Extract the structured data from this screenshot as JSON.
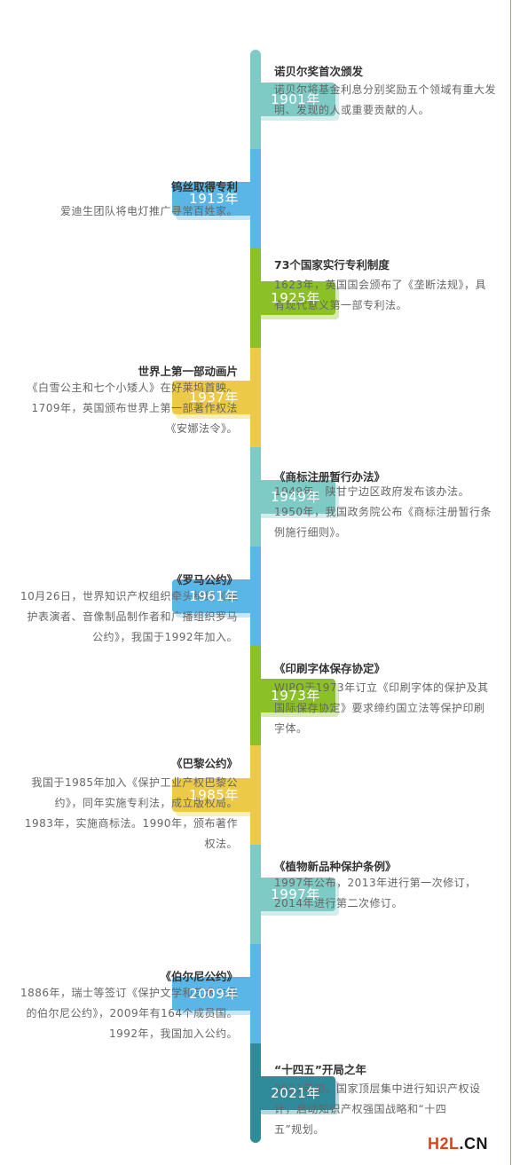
{
  "colors": {
    "teal": "#7ecac5",
    "blue": "#5ab6e6",
    "green": "#8cc027",
    "yellow": "#ecca48",
    "dark_teal": "#2f8b9a"
  },
  "items": [
    {
      "year": "1901年",
      "title": "诺贝尔奖首次颁发",
      "lines": [
        "诺贝尔将基金利息分别奖励五个领域有重大发",
        "明、发现的人或重要贡献的人。"
      ]
    },
    {
      "year": "1913年",
      "title": "钨丝取得专利",
      "lines": [
        "爱迪生团队将电灯推广寻常百姓家。"
      ]
    },
    {
      "year": "1925年",
      "title": "73个国家实行专利制度",
      "lines": [
        "1623年，英国国会颁布了《垄断法规》，具",
        "有现代意义第一部专利法。"
      ]
    },
    {
      "year": "1937年",
      "title": "世界上第一部动画片",
      "lines": [
        "《白雪公主和七个小矮人》在好莱坞首映。",
        "1709年，英国颁布世界上第一部著作权法",
        "《安娜法令》。"
      ]
    },
    {
      "year": "1949年",
      "title": "《商标注册暂行办法》",
      "lines": [
        "1949年，陕甘宁边区政府发布该办法。",
        "1950年，我国政务院公布《商标注册暂行条",
        "例施行细则》。"
      ]
    },
    {
      "year": "1961年",
      "title": "《罗马公约》",
      "lines": [
        "10月26日，世界知识产权组织牵头缔结《保",
        "护表演者、音像制品制作者和广播组织罗马",
        "公约》，我国于1992年加入。"
      ]
    },
    {
      "year": "1973年",
      "title": "《印刷字体保存协定》",
      "lines": [
        "WIPO于1973年订立《印刷字体的保护及其",
        "国际保存协定》要求缔约国立法等保护印刷",
        "字体。"
      ]
    },
    {
      "year": "1985年",
      "title": "《巴黎公约》",
      "lines": [
        "我国于1985年加入《保护工业产权巴黎公",
        "约》，同年实施专利法，成立版权局。",
        "1983年，实施商标法。1990年，颁布著作",
        "权法。"
      ]
    },
    {
      "year": "1997年",
      "title": "《植物新品种保护条例》",
      "lines": [
        "1997年公布，2013年进行第一次修订，",
        "2014年进行第二次修订。"
      ]
    },
    {
      "year": "2009年",
      "title": "《伯尔尼公约》",
      "lines": [
        "1886年，瑞士等签订《保护文学和艺术作品",
        "的伯尔尼公约》，2009年有164个成员国。",
        "1992年，我国加入公约。"
      ]
    },
    {
      "year": "2021年",
      "title": "“十四五”开局之年",
      "lines": [
        "2021年初，国家顶层集中进行知识产权设",
        "计，启动知识产权强国战略和“十四",
        "五”规划。"
      ]
    }
  ],
  "logo": {
    "h2l": "H2L",
    "cn": ".CN"
  }
}
